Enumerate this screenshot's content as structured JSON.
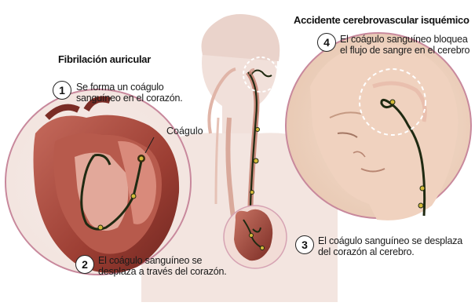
{
  "titles": {
    "atrial": "Fibrilación auricular",
    "stroke": "Accidente cerebrovascular isquémico"
  },
  "steps": [
    {
      "number": "1",
      "line1": "Se forma un coágulo",
      "line2": "sanguíneo en el corazón."
    },
    {
      "number": "2",
      "line1": "El coágulo sanguíneo se",
      "line2": "desplaza a través del corazón."
    },
    {
      "number": "3",
      "line1": "El coágulo sanguíneo se desplaza",
      "line2": "del corazón al cerebro."
    },
    {
      "number": "4",
      "line1": "El coágulo sanguíneo bloquea",
      "line2": "el flujo de sangre en el cerebro"
    }
  ],
  "clot_label": "Coágulo",
  "colors": {
    "heart_dark": "#7a2c25",
    "heart_mid": "#b6574a",
    "heart_light": "#e0a79b",
    "skin": "#f1d7c6",
    "skin_shade": "#dcb9a3",
    "body_silhouette": "#f0ddd6",
    "vessel_line": "#1f2a12",
    "clot_dot": "#d4ba3a",
    "circle_stroke": "#c8889c"
  }
}
